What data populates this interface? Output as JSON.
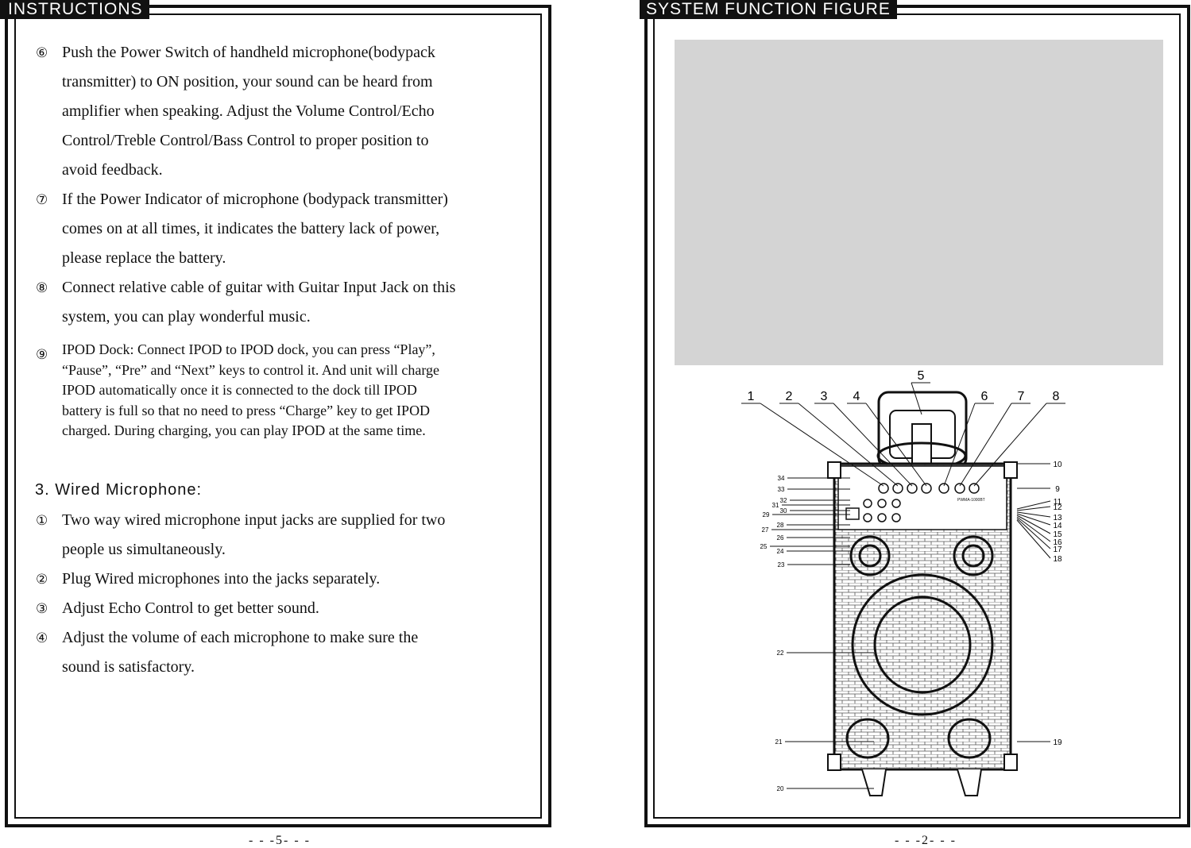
{
  "left_page": {
    "header": "INSTRUCTIONS",
    "items": [
      {
        "marker": "⑥",
        "lines": [
          "Push the Power Switch of handheld microphone(bodypack",
          "transmitter) to ON position, your sound can be heard from",
          "amplifier when speaking. Adjust the Volume Control/Echo",
          "Control/Treble Control/Bass Control to proper position to",
          "avoid feedback."
        ]
      },
      {
        "marker": "⑦",
        "lines": [
          "If the Power Indicator of microphone (bodypack transmitter)",
          "comes on at all times, it indicates the battery lack of power,",
          "please replace the battery."
        ]
      },
      {
        "marker": "⑧",
        "lines": [
          "Connect relative cable of guitar with Guitar Input Jack on this",
          "system, you can play wonderful music."
        ]
      },
      {
        "marker": "⑨",
        "lines": [
          "IPOD Dock: Connect IPOD to IPOD dock, you can press “Play”,",
          "“Pause”, “Pre” and “Next” keys to control it. And unit will charge",
          "IPOD automatically once it is connected to the dock till IPOD",
          "battery is full so that no need to press “Charge” key to get IPOD",
          "charged. During charging, you  can play IPOD at the same time."
        ]
      }
    ],
    "section_heading": "3.  Wired Microphone:",
    "section_items": [
      {
        "marker": "①",
        "lines": [
          "Two way wired microphone input jacks are supplied for two",
          "people us simultaneously."
        ]
      },
      {
        "marker": "②",
        "lines": [
          "Plug Wired microphones into the jacks separately."
        ]
      },
      {
        "marker": "③",
        "lines": [
          "Adjust Echo Control to get better sound."
        ]
      },
      {
        "marker": "④",
        "lines": [
          "Adjust the volume of each microphone to make sure the",
          "sound is satisfactory."
        ]
      }
    ],
    "page_number": "- - -5- - -"
  },
  "right_page": {
    "header": "SYSTEM FUNCTION FIGURE",
    "callouts_top": [
      "1",
      "2",
      "3",
      "4",
      "5",
      "6",
      "7",
      "8"
    ],
    "callouts_right": [
      "10",
      "9",
      "11",
      "12",
      "13",
      "14",
      "15",
      "16",
      "17",
      "18",
      "19"
    ],
    "callouts_left": [
      "34",
      "33",
      "32",
      "31",
      "30",
      "29",
      "28",
      "27",
      "26",
      "25",
      "24",
      "23",
      "22",
      "21",
      "20"
    ],
    "panel_text": "PWMA-1000BT",
    "page_number": "- - -2- - -"
  }
}
